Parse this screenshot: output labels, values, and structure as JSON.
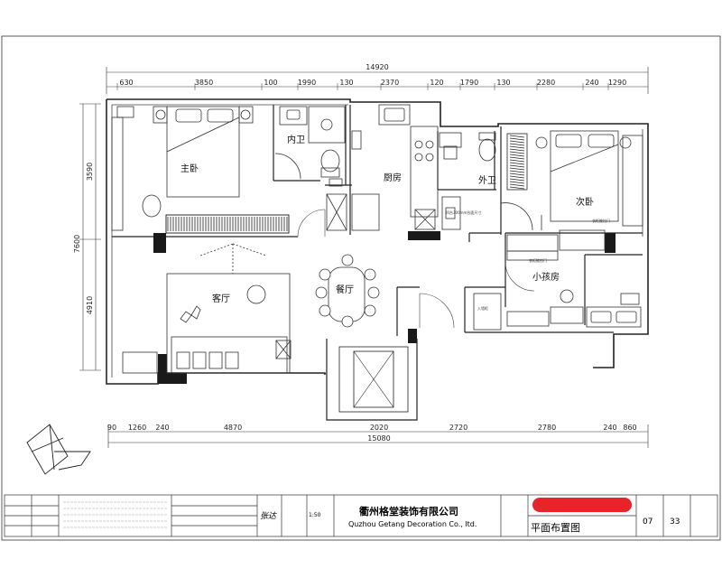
{
  "dimensions": {
    "top_total": "14920",
    "top_segments": [
      "630",
      "3850",
      "100",
      "1990",
      "130",
      "2370",
      "120",
      "1790",
      "130",
      "2280",
      "240",
      "1290"
    ],
    "bottom_total": "15080",
    "bottom_segments": [
      "90",
      "1260",
      "240",
      "4870",
      "2020",
      "2720",
      "2780",
      "240",
      "860"
    ],
    "left_total": "7600",
    "left_segments": [
      "3590",
      "4910"
    ]
  },
  "rooms": {
    "master_bedroom": "主卧",
    "ensuite_bath": "内卫",
    "kitchen": "厨房",
    "guest_bath": "外卫",
    "second_bedroom": "次卧",
    "living_room": "客厅",
    "dining_room": "餐厅",
    "kids_room": "小孩房"
  },
  "notes": {
    "kitchen_note": "凹台300mm台面尺寸",
    "closet_note1": "衣柜推拉门",
    "closet_note2": "衣柜推拉门",
    "kids_note": "入墙柜"
  },
  "title_block": {
    "company_cn": "衢州格堂装饰有限公司",
    "company_en": "Quzhou Getang Decoration Co., ltd.",
    "drawing_title": "平面布置图",
    "scale": "1:50",
    "sheet_no": "07",
    "total_sheets": "33",
    "stamp_text": "张达",
    "redact_color": "#e8242a"
  }
}
